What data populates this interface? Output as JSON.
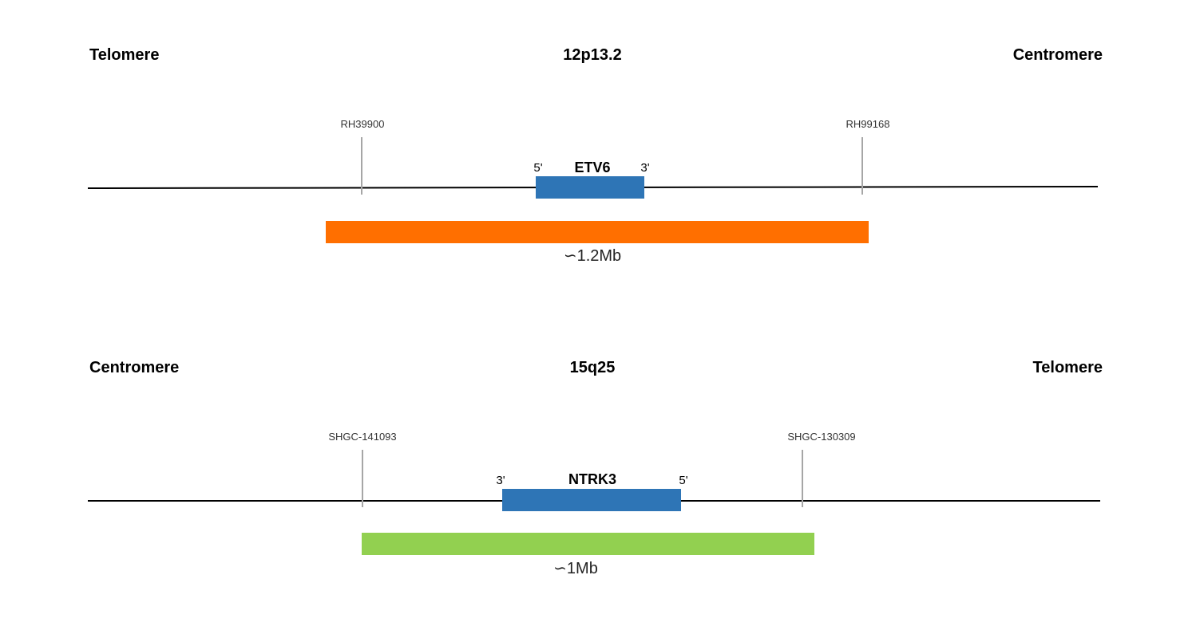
{
  "colors": {
    "gene_box": "#2e75b6",
    "marker_line": "#a6a6a6",
    "axis_line": "#000000"
  },
  "panels": [
    {
      "left_label": "Telomere",
      "center_label": "12p13.2",
      "right_label": "Centromere",
      "markers": [
        "RH39900",
        "RH99168"
      ],
      "gene": {
        "name": "ETV6",
        "left_end": "5'",
        "right_end": "3'"
      },
      "probe": {
        "size_label": "∽1.2Mb",
        "color": "#ff6f00"
      }
    },
    {
      "left_label": "Centromere",
      "center_label": "15q25",
      "right_label": "Telomere",
      "markers": [
        "SHGC-141093",
        "SHGC-130309"
      ],
      "gene": {
        "name": "NTRK3",
        "left_end": "3'",
        "right_end": "5'"
      },
      "probe": {
        "size_label": "∽1Mb",
        "color": "#92d050"
      }
    }
  ]
}
